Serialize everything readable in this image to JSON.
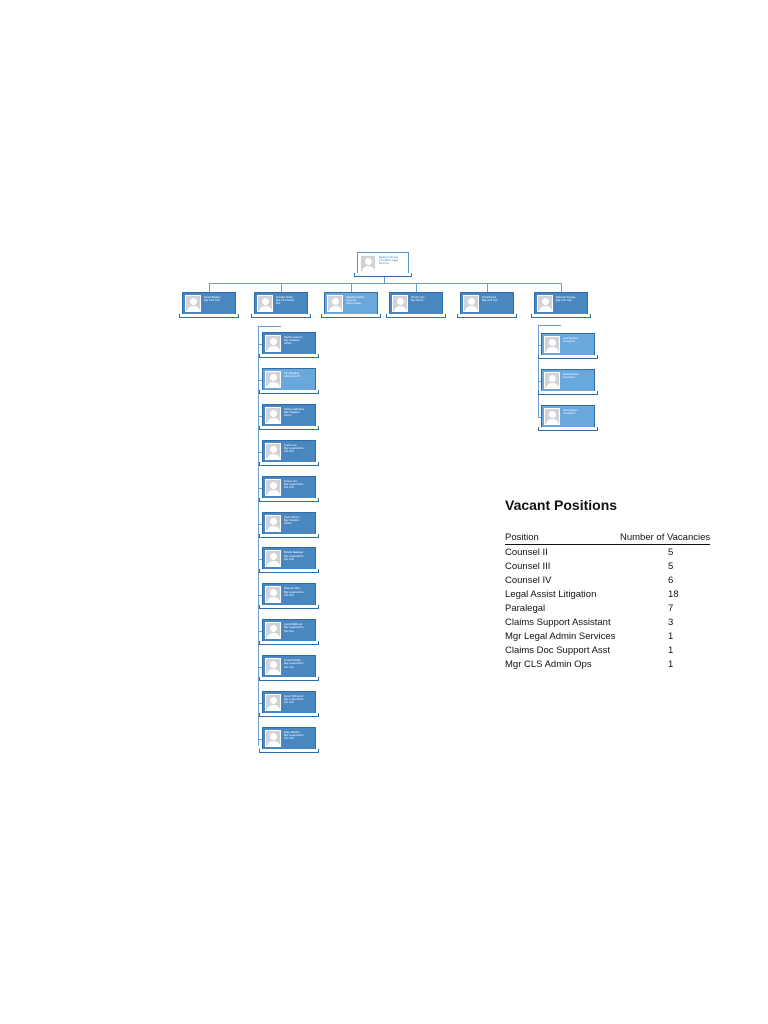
{
  "vacancies": {
    "title": "Vacant Positions",
    "col_position": "Position",
    "col_count": "Number of Vacancies",
    "rows": [
      {
        "position": "Counsel II",
        "count": "5"
      },
      {
        "position": "Counsel III",
        "count": "5"
      },
      {
        "position": "Counsel IV",
        "count": "6"
      },
      {
        "position": "Legal Assist Litigation",
        "count": "18"
      },
      {
        "position": "Paralegal",
        "count": "7"
      },
      {
        "position": "Claims Support Assistant",
        "count": "3"
      },
      {
        "position": "Mgr Legal Admin Services",
        "count": "1"
      },
      {
        "position": "Claims Doc Support Asst",
        "count": "1"
      },
      {
        "position": "Mgr CLS Admin Ops",
        "count": "1"
      }
    ]
  },
  "org_chart": {
    "colors": {
      "card_dark": "#4a86c0",
      "card_light": "#6aa7dd",
      "line": "#6a9ed4"
    },
    "nodes": [
      {
        "id": "root",
        "style": "white",
        "text": [
          "Madelyn Mcnear",
          "VP Claims Legal",
          "Services"
        ]
      },
      {
        "id": "l1-1",
        "style": "dark",
        "text": [
          "Sarah Bradley",
          "Mgr CLS Ops"
        ]
      },
      {
        "id": "l1-2",
        "style": "dark",
        "text": [
          "Jennifer Porter",
          "Mgr CLS Admin",
          "Svc"
        ]
      },
      {
        "id": "l1-3",
        "style": "light",
        "text": [
          "Natasha Forbes",
          "Regional",
          "Admin Assist"
        ]
      },
      {
        "id": "l1-4",
        "style": "dark",
        "text": [
          "Wendy Tyre",
          "Mgr Admin"
        ]
      },
      {
        "id": "l1-5",
        "style": "dark",
        "text": [
          "Scott Bryant",
          "Mgr CLS Ops"
        ]
      },
      {
        "id": "l1-6",
        "style": "dark",
        "text": [
          "Deborah Savage",
          "Mgr CLS Ops"
        ]
      },
      {
        "id": "c-1",
        "style": "dark",
        "text": [
          "Rachel Lewison",
          "Mgr Litigation",
          "Admin"
        ]
      },
      {
        "id": "c-2",
        "style": "light",
        "text": [
          "Kim Reading",
          "Admin Asst III"
        ]
      },
      {
        "id": "c-3",
        "style": "dark",
        "text": [
          "Shirley Gallowine",
          "Mgr Litigation",
          "Admin"
        ]
      },
      {
        "id": "c-4",
        "style": "dark",
        "text": [
          "Linda Lane",
          "Mgr Legal Admin",
          "Svc Ops"
        ]
      },
      {
        "id": "c-5",
        "style": "dark",
        "text": [
          "Teresa Jurs",
          "Mgr Legal Admin",
          "Svc Ops"
        ]
      },
      {
        "id": "c-6",
        "style": "dark",
        "text": [
          "Penny Brown",
          "Mgr Litigation",
          "Admin"
        ]
      },
      {
        "id": "c-7",
        "style": "dark",
        "text": [
          "Brooke Belanger",
          "Mgr Legal Admin",
          "Svc Ops"
        ]
      },
      {
        "id": "c-8",
        "style": "dark",
        "text": [
          "Shannon Wes",
          "Mgr Legal Admin",
          "Svc Ops"
        ]
      },
      {
        "id": "c-9",
        "style": "dark",
        "text": [
          "Laura Walbrook",
          "Mgr Legal Admin",
          "Svc Ops"
        ]
      },
      {
        "id": "c-10",
        "style": "dark",
        "text": [
          "Teresa Phillips",
          "Mgr Legal Admin",
          "Svc Ops"
        ]
      },
      {
        "id": "c-11",
        "style": "dark",
        "text": [
          "Karen Whitcomb",
          "Mgr Legal Admin",
          "Svc Ops"
        ]
      },
      {
        "id": "c-12",
        "style": "dark",
        "text": [
          "Erika Webber",
          "Mgr Legal Admin",
          "Svc Ops"
        ]
      },
      {
        "id": "r-1",
        "style": "light",
        "text": [
          "Lisa Sanders",
          "Counsel II"
        ]
      },
      {
        "id": "r-2",
        "style": "light",
        "text": [
          "Amelia Roper",
          "Counsel II"
        ]
      },
      {
        "id": "r-3",
        "style": "light",
        "text": [
          "Gina Hopper",
          "Counsel II"
        ]
      }
    ]
  }
}
